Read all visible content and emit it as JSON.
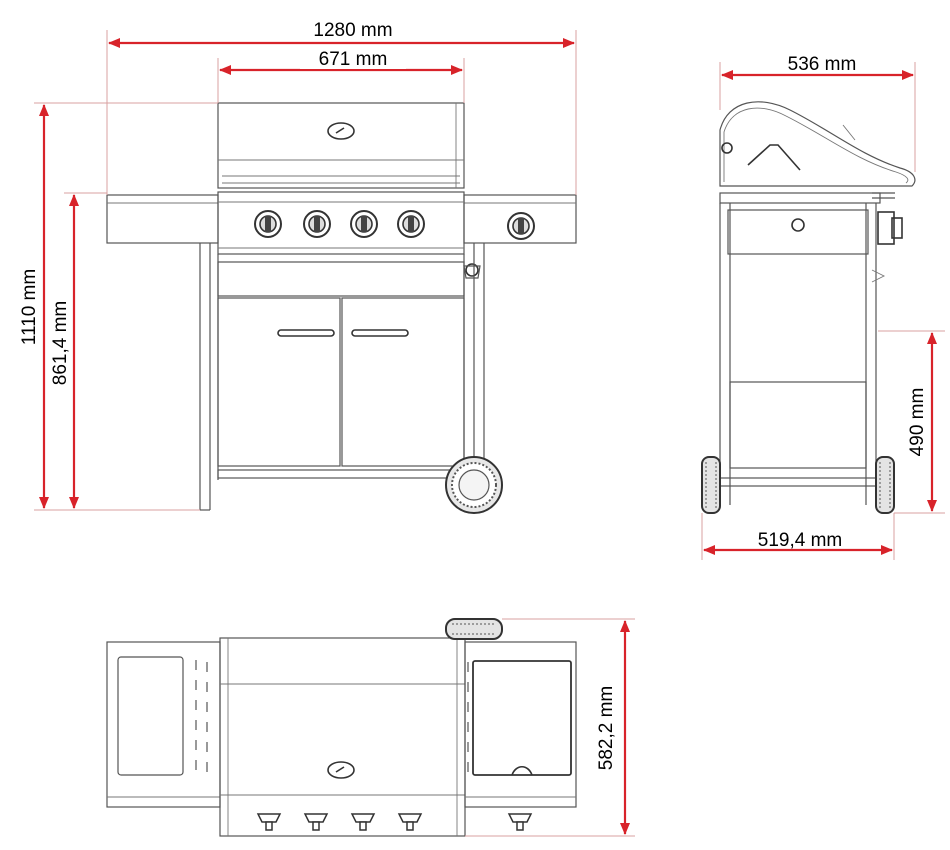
{
  "colors": {
    "dimension": "#d8232a",
    "outline": "#555555",
    "fill": "#f2f2f2"
  },
  "dimensions": {
    "front_total_width": "1280 mm",
    "front_lid_width": "671 mm",
    "front_total_height": "1110 mm",
    "front_work_height": "861,4 mm",
    "side_depth": "536 mm",
    "side_cart_height": "490 mm",
    "side_wheel_track": "519,4 mm",
    "top_depth": "582,2 mm"
  }
}
